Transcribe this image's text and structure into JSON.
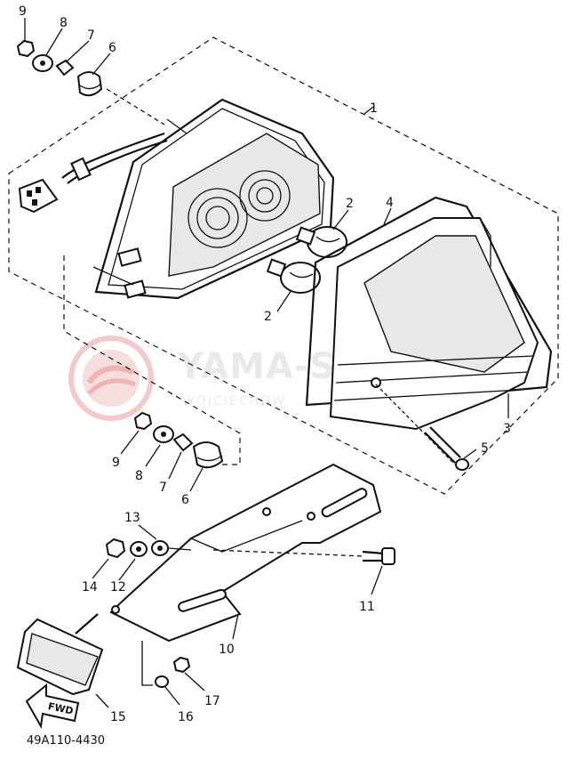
{
  "watermark": {
    "brand": "YAMA-SKLEP.PL",
    "sub": "WOJCIECHOW"
  },
  "part_number": "49A110-4430",
  "fwd_label": "FWD",
  "callouts": {
    "c1": "1",
    "c2a": "2",
    "c2b": "2",
    "c3": "3",
    "c4": "4",
    "c5": "5",
    "c6a": "6",
    "c6b": "6",
    "c7a": "7",
    "c7b": "7",
    "c8a": "8",
    "c8b": "8",
    "c9a": "9",
    "c9b": "9",
    "c10": "10",
    "c11": "11",
    "c12": "12",
    "c13": "13",
    "c14": "14",
    "c15": "15",
    "c16": "16",
    "c17": "17"
  }
}
